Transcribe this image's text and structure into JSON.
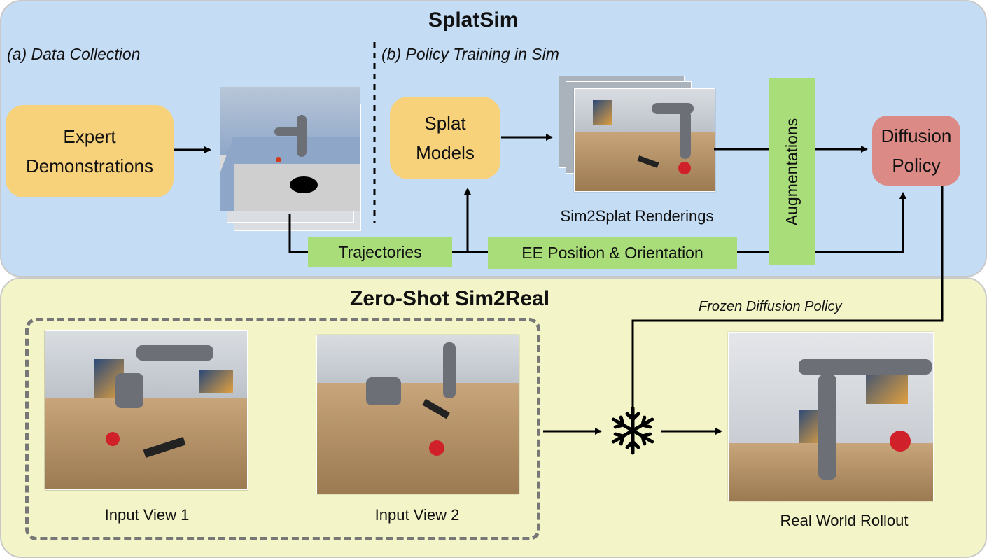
{
  "top_panel": {
    "title": "SplatSim",
    "section_a": "(a) Data Collection",
    "section_b": "(b) Policy Training in Sim",
    "expert_box": "Expert\nDemonstrations",
    "splat_box": "Splat\nModels",
    "diffusion_box": "Diffusion\nPolicy",
    "renderings_caption": "Sim2Splat Renderings",
    "augmentations_label": "Augmentations",
    "trajectories_label": "Trajectories",
    "ee_label": "EE Position & Orientation"
  },
  "bottom_panel": {
    "title": "Zero-Shot Sim2Real",
    "frozen_label": "Frozen Diffusion Policy",
    "view1_caption": "Input View 1",
    "view2_caption": "Input View 2",
    "rollout_caption": "Real World Rollout"
  },
  "icons": [
    "snowflake-icon",
    "arrow-icon"
  ],
  "colors": {
    "top_panel_bg": "#c5dcf5",
    "bottom_panel_bg": "#f3f5c8",
    "orange_box": "#f7d27a",
    "red_box": "#dc8a86",
    "green_box": "#a9dd7a"
  }
}
